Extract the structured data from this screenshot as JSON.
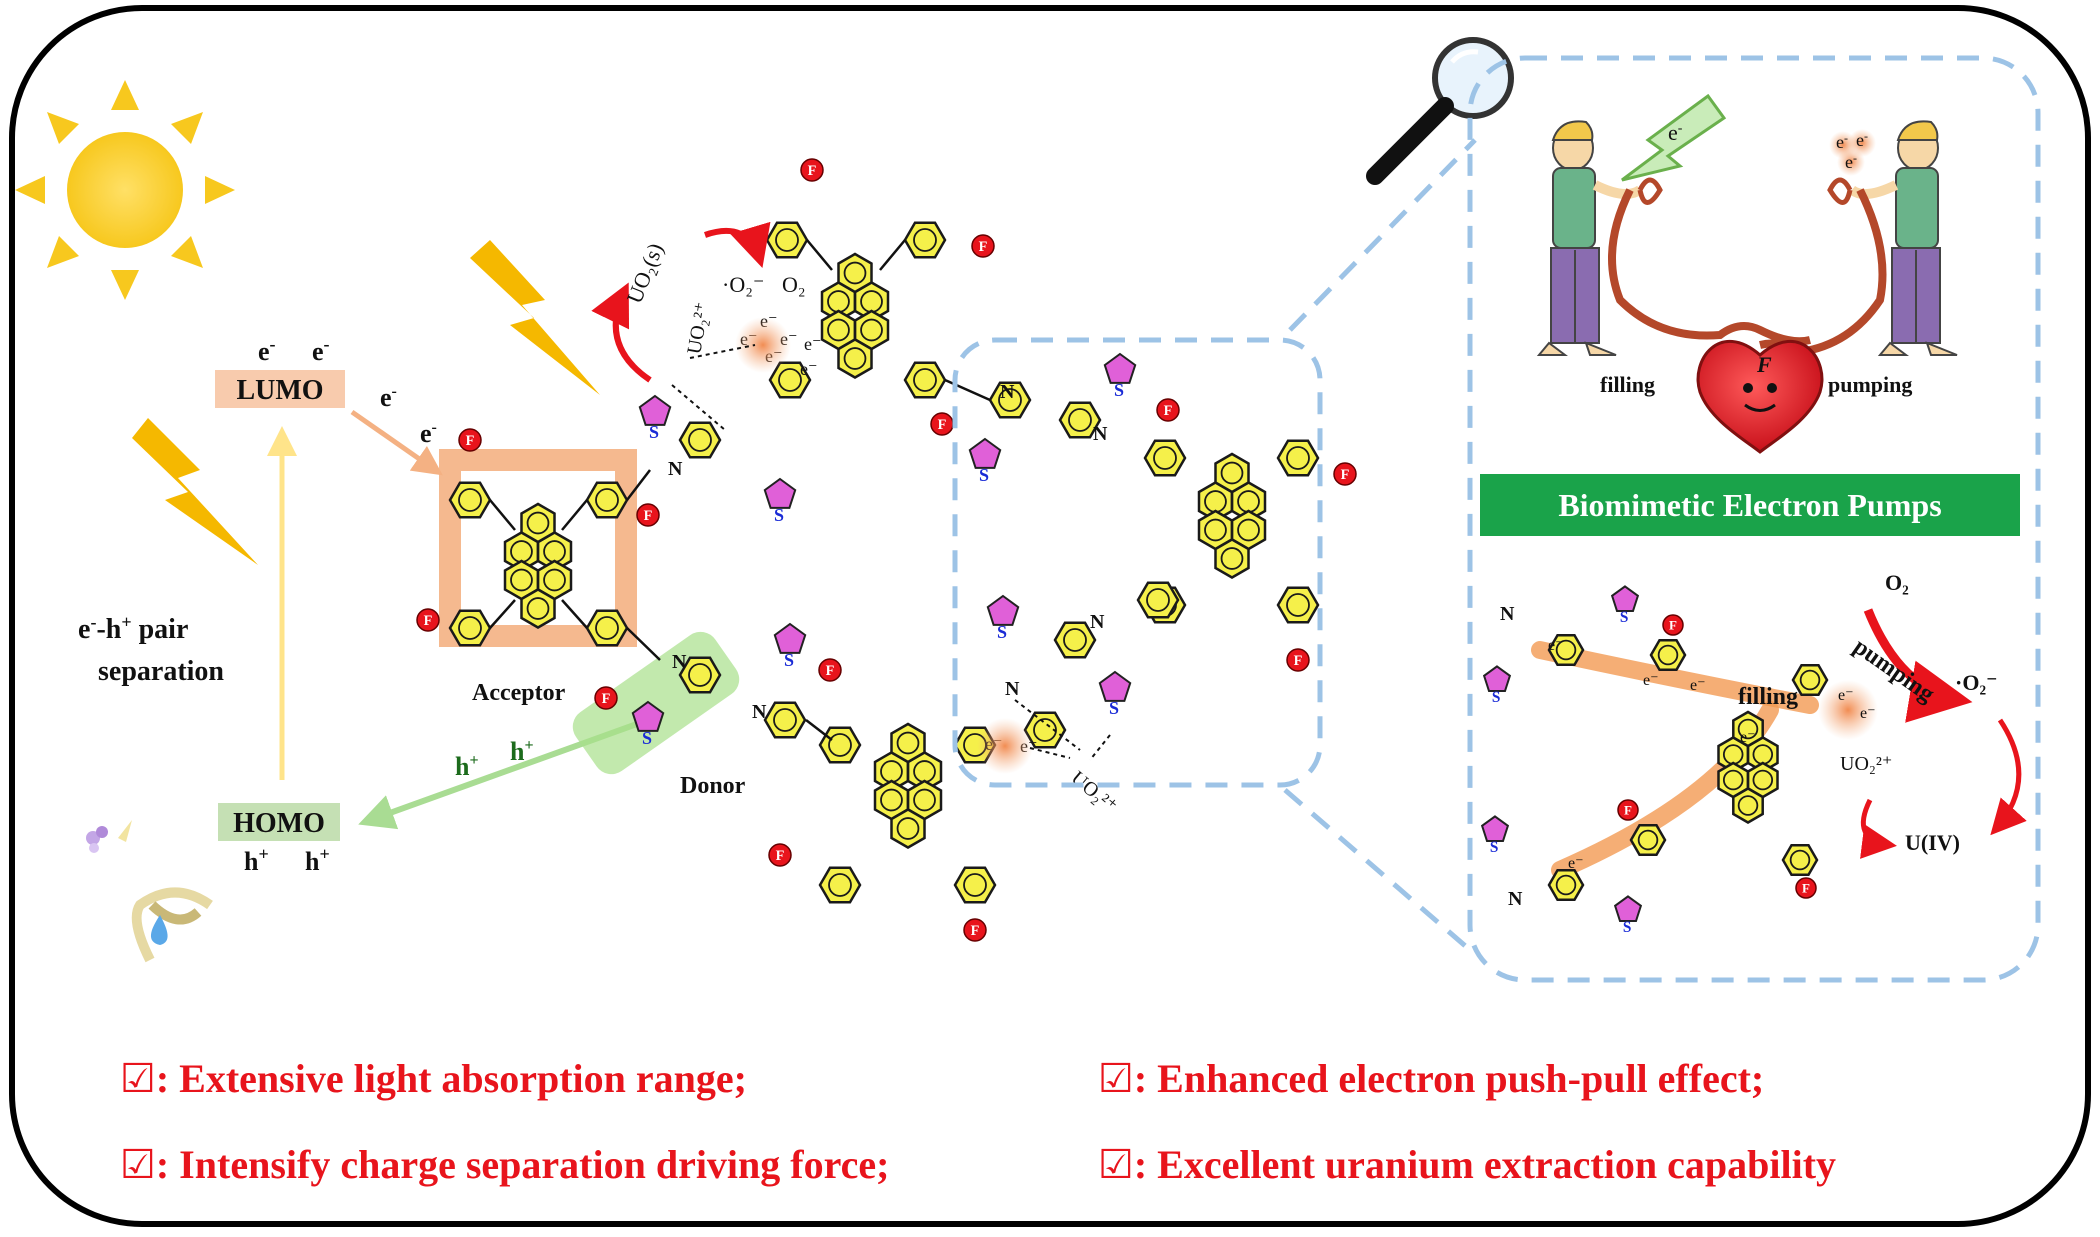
{
  "energy_levels": {
    "lumo_label": "LUMO",
    "homo_label": "HOMO",
    "electron": "e",
    "electron_sup": "-",
    "hole": "h",
    "hole_sup": "+"
  },
  "separation_text": {
    "line1": "pair",
    "line2": "separation",
    "prefix_e": "e",
    "prefix_h": "-h"
  },
  "framework_labels": {
    "acceptor": "Acceptor",
    "donor": "Donor",
    "fluorine": "F",
    "sulfur": "S",
    "nitrogen": "N",
    "uo2s": "UO₂(s)",
    "uo2_ion": "UO₂²⁺",
    "superoxide": "·O₂⁻",
    "o2": "O₂"
  },
  "pump_panel": {
    "filling": "filling",
    "pumping": "pumping",
    "banner": "Biomimetic Electron Pumps",
    "heart_letter": "F",
    "mechanism": {
      "o2": "O₂",
      "pumping": "pumping",
      "superoxide": "·O₂⁻",
      "filling": "filling",
      "uo2_ion": "UO₂²⁺",
      "u4": "U(IV)"
    }
  },
  "features": [
    {
      "check": "☑",
      "text": ": Extensive light absorption range;"
    },
    {
      "check": "☑",
      "text": ": Enhanced electron push-pull effect;"
    },
    {
      "check": "☑",
      "text": ": Intensify charge separation driving force;"
    },
    {
      "check": "☑",
      "text": ": Excellent uranium extraction capability"
    }
  ],
  "colors": {
    "frame": "#000000",
    "ring_fill": "#f5f04a",
    "ring_stroke": "#1a1a1a",
    "fluorine": "#e8141c",
    "thiophene": "#e060d8",
    "acceptor_box": "#f4b183",
    "donor_glow": "#a8e08a",
    "dashed_blue": "#9dc3e6",
    "banner_green": "#1aa34a",
    "feature_red": "#e8141c",
    "sun": "#f7c81e",
    "bolt": "#f5b800",
    "lumo_fill": "#f8cbad",
    "homo_fill": "#c5e0b4"
  }
}
